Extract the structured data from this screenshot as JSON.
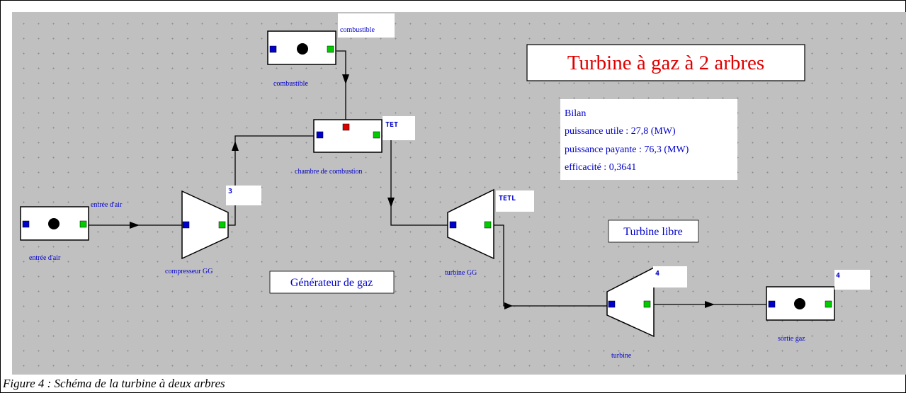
{
  "title": "Turbine à gaz à 2 arbres",
  "caption": "Figure 4 : Schéma de la turbine à deux arbres",
  "bilan": {
    "heading": "Bilan",
    "lines": [
      "puissance  utile : 27,8 (MW)",
      "puissance payante : 76,3 (MW)",
      "efficacité : 0,3641"
    ]
  },
  "region_labels": {
    "gas_generator": "Générateur de gaz",
    "free_turbine": "Turbine libre"
  },
  "components": {
    "fuel_source": {
      "label": "combustible",
      "port_tag": "combustible"
    },
    "combustion_chamber": {
      "label": "chambre de combustion",
      "port_tag": "TET"
    },
    "air_inlet": {
      "label": "entrée d'air",
      "port_tag": "entrée d'air"
    },
    "compressor": {
      "label": "compresseur GG",
      "port_tag": "3"
    },
    "turbine_gg": {
      "label": "turbine GG",
      "port_tag": "TETL"
    },
    "power_turbine": {
      "label": "turbine",
      "port_tag": "4"
    },
    "gas_outlet": {
      "label": "sortie gaz",
      "port_tag": "4"
    }
  },
  "colors": {
    "canvas": "#c0c0c0",
    "inlet_port": "#0000cc",
    "outlet_port": "#00cc00",
    "fuel_port": "#dd0000",
    "label_text": "#0000cc",
    "title_text": "#e00000"
  }
}
